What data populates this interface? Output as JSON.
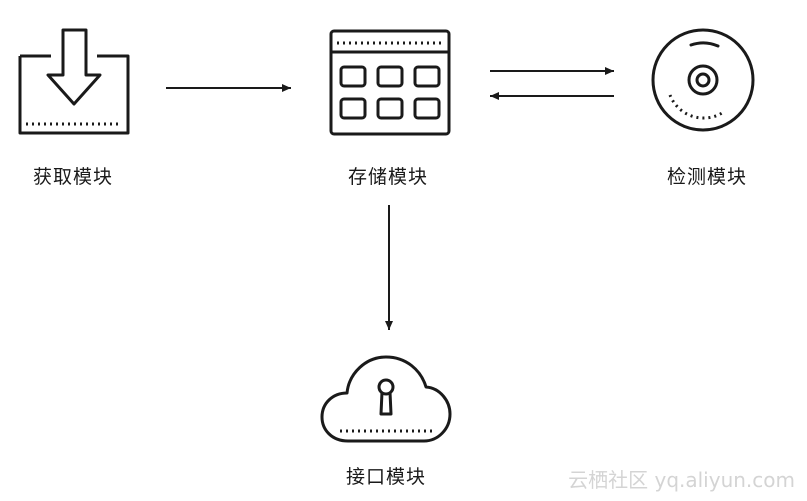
{
  "modules": {
    "acquire": "获取模块",
    "storage": "存储模块",
    "detect": "检测模块",
    "interface": "接口模块"
  },
  "watermark": "云栖社区 yq.aliyun.com",
  "colors": {
    "stroke": "#1a1a1a",
    "text": "#1a1a1a",
    "watermark": "#d4d4d4"
  },
  "icons": {
    "acquire": "download-tray-icon",
    "storage": "grid-panel-icon",
    "detect": "disc-icon",
    "interface": "cloud-lock-icon"
  }
}
